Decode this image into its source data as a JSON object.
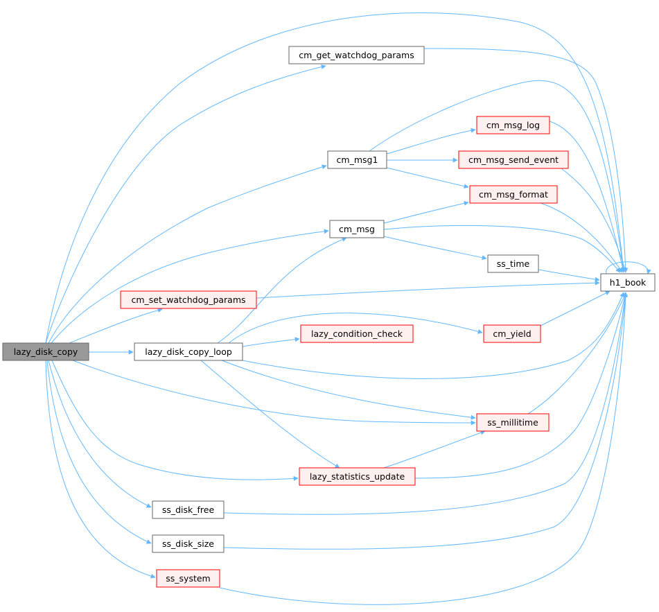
{
  "diagram": {
    "type": "call-graph",
    "colors": {
      "edge": "#63b8ff",
      "root_fill": "#999999",
      "node_fill": "#ffffff",
      "node_border": "#666666",
      "truncated_fill": "#fff0f0",
      "truncated_border": "#ff0000"
    },
    "nodes": [
      {
        "id": "lazy_disk_copy",
        "label": "lazy_disk_copy",
        "style": "root"
      },
      {
        "id": "cm_get_watchdog_params",
        "label": "cm_get_watchdog_params",
        "style": "normal"
      },
      {
        "id": "cm_msg1",
        "label": "cm_msg1",
        "style": "normal"
      },
      {
        "id": "cm_msg",
        "label": "cm_msg",
        "style": "normal"
      },
      {
        "id": "cm_msg_log",
        "label": "cm_msg_log",
        "style": "truncated"
      },
      {
        "id": "cm_msg_send_event",
        "label": "cm_msg_send_event",
        "style": "truncated"
      },
      {
        "id": "cm_msg_format",
        "label": "cm_msg_format",
        "style": "truncated"
      },
      {
        "id": "ss_time",
        "label": "ss_time",
        "style": "normal"
      },
      {
        "id": "h1_book",
        "label": "h1_book",
        "style": "normal"
      },
      {
        "id": "cm_set_watchdog_params",
        "label": "cm_set_watchdog_params",
        "style": "truncated"
      },
      {
        "id": "lazy_disk_copy_loop",
        "label": "lazy_disk_copy_loop",
        "style": "normal"
      },
      {
        "id": "lazy_condition_check",
        "label": "lazy_condition_check",
        "style": "truncated"
      },
      {
        "id": "cm_yield",
        "label": "cm_yield",
        "style": "truncated"
      },
      {
        "id": "ss_millitime",
        "label": "ss_millitime",
        "style": "truncated"
      },
      {
        "id": "lazy_statistics_update",
        "label": "lazy_statistics_update",
        "style": "truncated"
      },
      {
        "id": "ss_disk_free",
        "label": "ss_disk_free",
        "style": "normal"
      },
      {
        "id": "ss_disk_size",
        "label": "ss_disk_size",
        "style": "normal"
      },
      {
        "id": "ss_system",
        "label": "ss_system",
        "style": "truncated"
      }
    ],
    "edges": [
      {
        "from": "lazy_disk_copy",
        "to": "cm_get_watchdog_params"
      },
      {
        "from": "lazy_disk_copy",
        "to": "cm_msg1"
      },
      {
        "from": "lazy_disk_copy",
        "to": "cm_msg"
      },
      {
        "from": "lazy_disk_copy",
        "to": "cm_set_watchdog_params"
      },
      {
        "from": "lazy_disk_copy",
        "to": "lazy_disk_copy_loop"
      },
      {
        "from": "lazy_disk_copy",
        "to": "h1_book"
      },
      {
        "from": "lazy_disk_copy",
        "to": "ss_millitime"
      },
      {
        "from": "lazy_disk_copy",
        "to": "lazy_statistics_update"
      },
      {
        "from": "lazy_disk_copy",
        "to": "ss_disk_free"
      },
      {
        "from": "lazy_disk_copy",
        "to": "ss_disk_size"
      },
      {
        "from": "lazy_disk_copy",
        "to": "ss_system"
      },
      {
        "from": "cm_get_watchdog_params",
        "to": "h1_book"
      },
      {
        "from": "cm_msg1",
        "to": "cm_msg_log"
      },
      {
        "from": "cm_msg1",
        "to": "cm_msg_send_event"
      },
      {
        "from": "cm_msg1",
        "to": "cm_msg_format"
      },
      {
        "from": "cm_msg1",
        "to": "h1_book"
      },
      {
        "from": "cm_msg",
        "to": "cm_msg_format"
      },
      {
        "from": "cm_msg",
        "to": "ss_time"
      },
      {
        "from": "cm_msg",
        "to": "h1_book"
      },
      {
        "from": "cm_msg_log",
        "to": "h1_book"
      },
      {
        "from": "cm_msg_send_event",
        "to": "h1_book"
      },
      {
        "from": "cm_msg_format",
        "to": "h1_book"
      },
      {
        "from": "ss_time",
        "to": "h1_book"
      },
      {
        "from": "h1_book",
        "to": "h1_book"
      },
      {
        "from": "cm_set_watchdog_params",
        "to": "h1_book"
      },
      {
        "from": "lazy_disk_copy_loop",
        "to": "cm_msg"
      },
      {
        "from": "lazy_disk_copy_loop",
        "to": "lazy_condition_check"
      },
      {
        "from": "lazy_disk_copy_loop",
        "to": "cm_yield"
      },
      {
        "from": "lazy_disk_copy_loop",
        "to": "h1_book"
      },
      {
        "from": "lazy_disk_copy_loop",
        "to": "ss_millitime"
      },
      {
        "from": "lazy_disk_copy_loop",
        "to": "lazy_statistics_update"
      },
      {
        "from": "cm_yield",
        "to": "h1_book"
      },
      {
        "from": "ss_millitime",
        "to": "h1_book"
      },
      {
        "from": "lazy_statistics_update",
        "to": "ss_millitime"
      },
      {
        "from": "lazy_statistics_update",
        "to": "h1_book"
      },
      {
        "from": "ss_disk_free",
        "to": "h1_book"
      },
      {
        "from": "ss_disk_size",
        "to": "h1_book"
      },
      {
        "from": "ss_system",
        "to": "h1_book"
      }
    ]
  }
}
